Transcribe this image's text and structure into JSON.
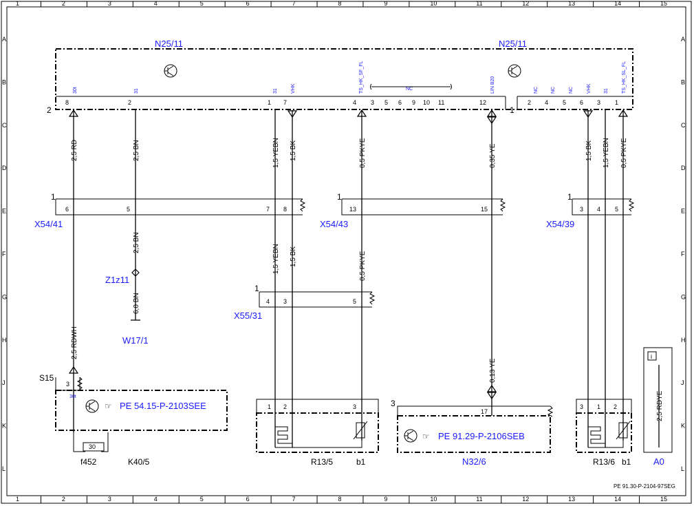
{
  "grid": {
    "columns": [
      "1",
      "2",
      "3",
      "4",
      "5",
      "6",
      "7",
      "8",
      "9",
      "10",
      "11",
      "12",
      "13",
      "14",
      "15"
    ],
    "rows": [
      "A",
      "B",
      "C",
      "D",
      "E",
      "F",
      "G",
      "H",
      "J",
      "K",
      "L"
    ]
  },
  "components": {
    "n25_left": "N25/11",
    "n25_right": "N25/11",
    "x54_41": "X54/41",
    "x54_43": "X54/43",
    "x54_39": "X54/39",
    "x55_31": "X55/31",
    "z1z11": "Z1z11",
    "w17_1": "W17/1",
    "a0": "A0",
    "n32_6": "N32/6",
    "s15": "S15",
    "k40_5": "K40/5",
    "f452": "f452",
    "r13_5": "R13/5",
    "r13_6": "R13/6",
    "b1_left": "b1",
    "b1_right": "b1"
  },
  "block_numbers": {
    "n25_left": "2",
    "n25_right": "1",
    "x54_41": "1",
    "x54_43": "1",
    "x54_39": "1",
    "x55_31": "1",
    "n32_6": "3"
  },
  "n25_pins_left": [
    "8",
    "2",
    "1",
    "7",
    "4",
    "3",
    "5",
    "6",
    "9",
    "10",
    "11",
    "12"
  ],
  "n25_pins_right": [
    "2",
    "4",
    "5",
    "6",
    "3",
    "1"
  ],
  "n25_signals": {
    "s_30t": "30t",
    "s_31a": "31",
    "s_31b": "31",
    "s_vhk": "VHK",
    "s_ts_sf": "TS_HK_SF_FL",
    "s_nc": "NC",
    "s_lin": "LIN B20",
    "s_nc1": "NC",
    "s_nc2": "NC",
    "s_nc3": "NC",
    "s_vhk2": "VHK",
    "s_31c": "31",
    "s_ts_sl": "TS_HK_SL_FL"
  },
  "wires": {
    "w1": "2,5 RD",
    "w2": "2,5 BN",
    "w3": "1,5 YEBN",
    "w4": "1,5 BK",
    "w5": "0,5 PKYE",
    "w6": "0,35 YE",
    "w7": "1,5 BK",
    "w8": "1,5 YEBN",
    "w9": "0,5 PKYE",
    "w10": "2,5 BN",
    "w11": "6,0 BN",
    "w12": "1,5 YEBN",
    "w13": "1,5 BK",
    "w14": "0,5 PKYE",
    "w15": "2,5 RDWH",
    "w16": "0,13 YE",
    "w17": "2,5 RDYE"
  },
  "connector_pins": {
    "x41_6": "6",
    "x41_5": "5",
    "x41_7": "7",
    "x41_8": "8",
    "x43_13": "13",
    "x43_15": "15",
    "x39_3": "3",
    "x39_4": "4",
    "x39_5": "5",
    "x55_4": "4",
    "x55_3": "3",
    "x55_5": "5",
    "s15_3": "3",
    "s15_30t": "30t",
    "fuse": "30",
    "r135_1": "1",
    "r135_2": "2",
    "r135_3": "3",
    "n326_17": "17",
    "r136_3": "3",
    "r136_1": "1",
    "r136_2": "2"
  },
  "references": {
    "ref1": "PE 54.15-P-2103SEE",
    "ref2": "PE 91.29-P-2106SEB"
  },
  "footer": "PE 91.30-P-2104-97SEG",
  "info_icon": "i"
}
